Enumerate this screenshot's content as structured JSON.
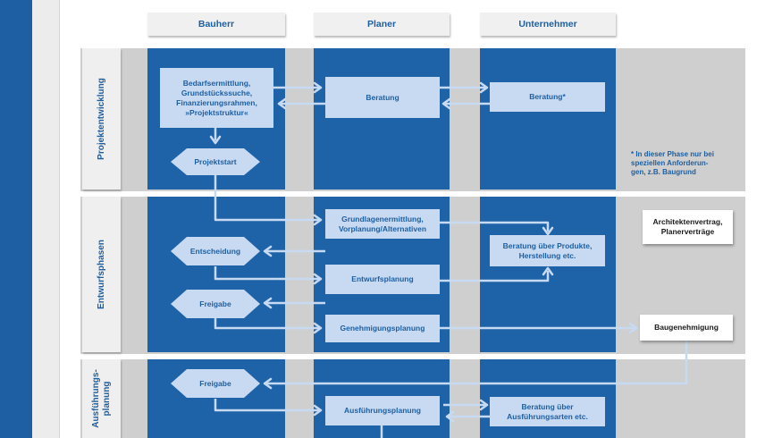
{
  "columns": {
    "bauherr": "Bauherr",
    "planer": "Planer",
    "unternehmer": "Unternehmer"
  },
  "phases": {
    "projektentwicklung": "Projektentwicklung",
    "entwurfsphasen": "Entwurfsphasen",
    "ausfuehrungsplanung": "Ausführungs-\nplanung"
  },
  "boxes": {
    "bedarfsermittlung": "Bedarfsermittlung,\nGrundstückssuche,\nFinanzierungsrahmen,\n»Projektstruktur«",
    "beratung": "Beratung",
    "beratung_star": "Beratung*",
    "grundlagenermittlung": "Grundlagenermittlung,\nVorplanung/Alternativen",
    "beratung_produkte": "Beratung über Produkte,\nHerstellung etc.",
    "entwurfsplanung": "Entwurfsplanung",
    "genehmigungsplanung": "Genehmigungsplanung",
    "ausfuehrungsplanung": "Ausführungsplanung",
    "beratung_ausfuehrungsarten": "Beratung über\nAusführungsarten etc."
  },
  "decisions": {
    "projektstart": "Projektstart",
    "entscheidung": "Entscheidung",
    "freigabe_1": "Freigabe",
    "freigabe_2": "Freigabe"
  },
  "documents": {
    "architektenvertrag": "Architektenvertrag,\nPlanerverträge",
    "baugenehmigung": "Baugenehmigung"
  },
  "note": "*  In dieser Phase nur bei\n    speziellen Anforderun-\n    gen, z.B. Baugrund",
  "colors": {
    "brand_blue": "#1d5fa2",
    "column_blue": "#1e63a8",
    "box_fill": "#c8daf2",
    "band_gray": "#cfcfcf",
    "arrow": "#c8daf2"
  }
}
